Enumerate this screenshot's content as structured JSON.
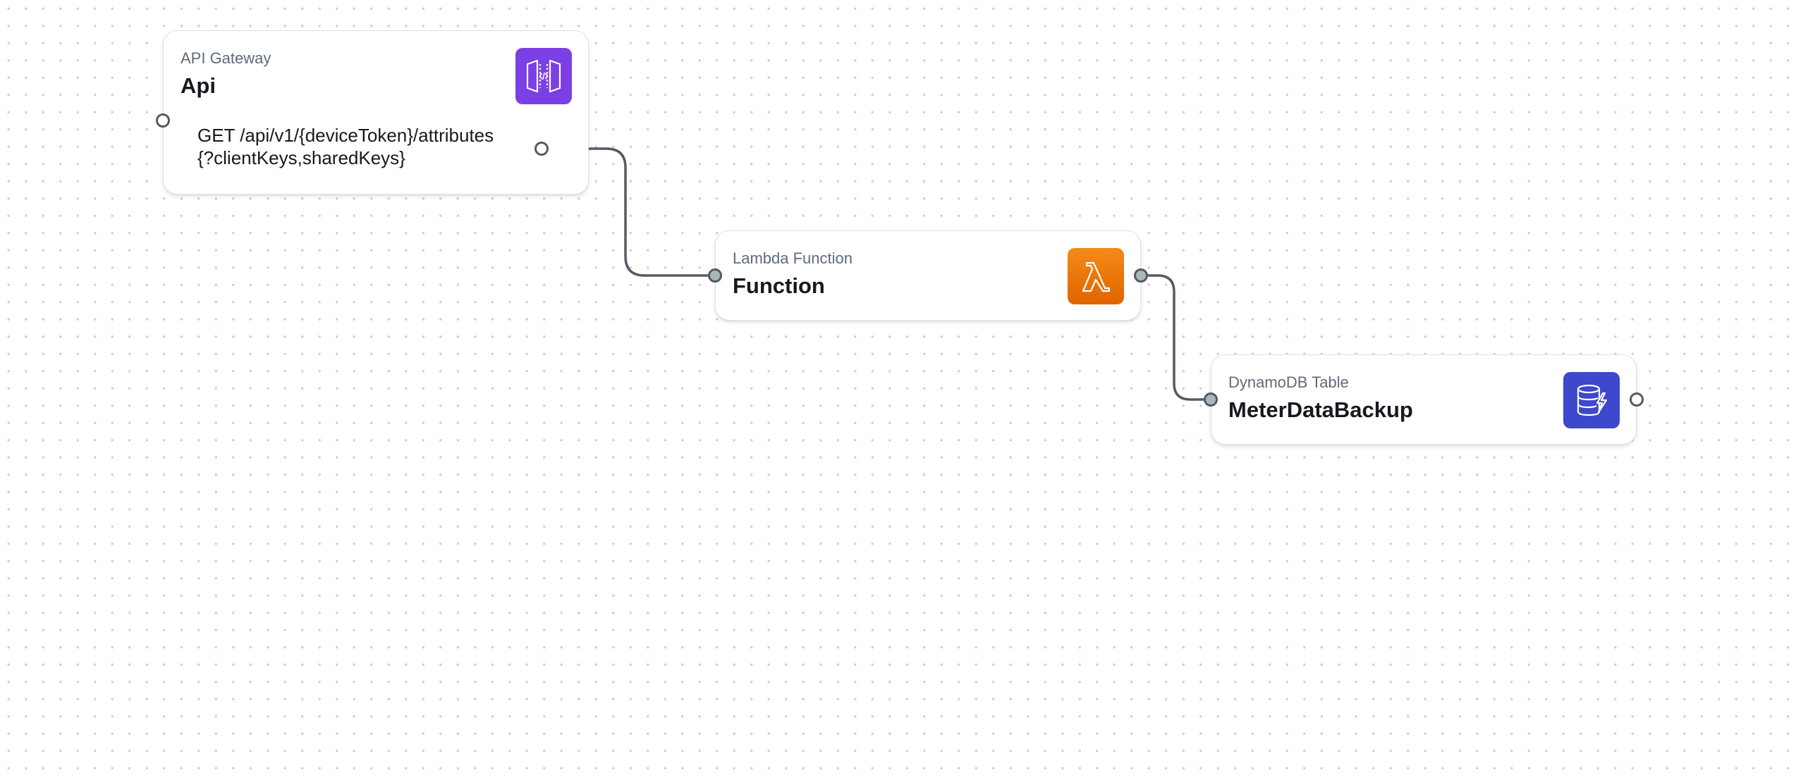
{
  "colors": {
    "api_gateway_icon": "#7b3fe4",
    "lambda_icon": "#ed7100",
    "dynamodb_icon": "#3d48cc",
    "edge": "#545b64",
    "port_connected": "#aab7b8"
  },
  "nodes": {
    "api": {
      "type": "API Gateway",
      "name": "Api",
      "icon": "api-gateway-icon",
      "route": "GET /api/v1/{deviceToken}/attributes{?clientKeys,sharedKeys}"
    },
    "function": {
      "type": "Lambda Function",
      "name": "Function",
      "icon": "lambda-icon"
    },
    "table": {
      "type": "DynamoDB Table",
      "name": "MeterDataBackup",
      "icon": "dynamodb-icon"
    }
  }
}
